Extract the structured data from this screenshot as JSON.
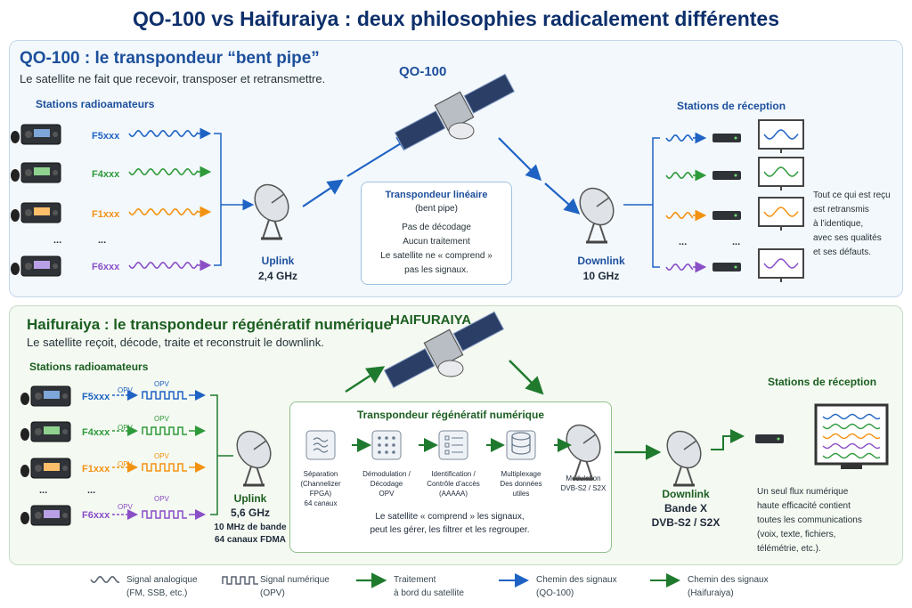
{
  "title": "QO-100 vs Haifuraiya : deux philosophies radicalement différentes",
  "qo100": {
    "heading": "QO-100 : le transpondeur “bent pipe”",
    "subtitle": "Le satellite ne fait que recevoir, transposer et retransmettre.",
    "satellite_label": "QO-100",
    "stations_title": "Stations radioamateurs",
    "stations": [
      "F5xxx",
      "F4xxx",
      "F1xxx",
      "...",
      "F6xxx"
    ],
    "station_colors": [
      "#1e63c4",
      "#2e9a3a",
      "#f39212",
      "#8a4fc7"
    ],
    "reception_title": "Stations de réception",
    "uplink": "Uplink",
    "uplink_freq": "2,4 GHz",
    "downlink": "Downlink",
    "downlink_freq": "10 GHz",
    "box_title": "Transpondeur linéaire",
    "box_sub": "(bent pipe)",
    "box_lines": [
      "Pas de décodage",
      "Aucun traitement",
      "Le satellite ne « comprend »",
      "pas les signaux."
    ],
    "note": [
      "Tout ce qui est reçu",
      "est retransmis",
      "à l’identique,",
      "avec ses qualités",
      "et ses défauts."
    ],
    "dots": "..."
  },
  "haifuraiya": {
    "heading": "Haifuraiya : le transpondeur régénératif numérique",
    "subtitle": "Le satellite reçoit, décode, traite et reconstruit le downlink.",
    "satellite_label": "HAIFURAIYA",
    "stations_title": "Stations radioamateurs",
    "stations": [
      "F5xxx",
      "F4xxx",
      "F1xxx",
      "...",
      "F6xxx"
    ],
    "opv": "OPV",
    "uplink": "Uplink",
    "uplink_freq": "5,6 GHz",
    "uplink_extra": [
      "10 MHz de bande",
      "64 canaux FDMA"
    ],
    "box_title": "Transpondeur régénératif numérique",
    "steps": [
      {
        "lines": [
          "Séparation",
          "(Channelizer FPGA)",
          "64 canaux"
        ]
      },
      {
        "lines": [
          "Démodulation /",
          "Décodage",
          "OPV"
        ]
      },
      {
        "lines": [
          "Identification /",
          "Contrôle d’accès",
          "(AAAAA)"
        ]
      },
      {
        "lines": [
          "Multiplexage",
          "Des données",
          "utiles"
        ]
      },
      {
        "lines": [
          "Modulation",
          "DVB-S2 / S2X"
        ]
      }
    ],
    "box_lines": [
      "Le satellite « comprend » les signaux,",
      "peut les gérer, les filtrer et les regrouper."
    ],
    "downlink": "Downlink",
    "downlink_band": "Bande X",
    "downlink_std": "DVB-S2 / S2X",
    "reception_title": "Stations de réception",
    "note": [
      "Un seul flux numérique",
      "haute efficacité contient",
      "toutes les communications",
      "(voix, texte, fichiers,",
      "télémétrie, etc.)."
    ]
  },
  "legend": [
    {
      "icon": "analog-wave-icon",
      "lines": [
        "Signal analogique",
        "(FM, SSB, etc.)"
      ]
    },
    {
      "icon": "digital-wave-icon",
      "lines": [
        "Signal numérique",
        "(OPV)"
      ]
    },
    {
      "icon": "green-arrow-icon",
      "lines": [
        "Traitement",
        "à bord du satellite"
      ]
    },
    {
      "icon": "blue-arrow-icon",
      "lines": [
        "Chemin des signaux",
        "(QO-100)"
      ]
    },
    {
      "icon": "green-arrow-icon",
      "lines": [
        "Chemin des signaux",
        "(Haifuraiya)"
      ]
    }
  ],
  "colors": {
    "blue": "#1e63c4",
    "green": "#1f7a2e",
    "orange": "#f39212",
    "purple": "#8a4fc7"
  }
}
